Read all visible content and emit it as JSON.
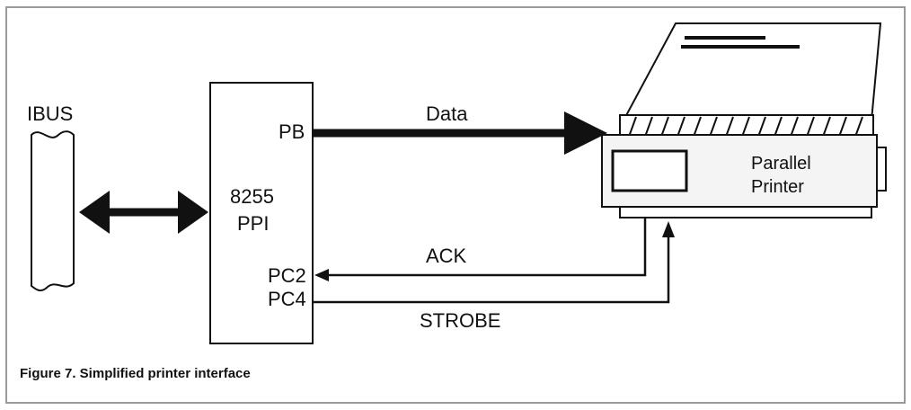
{
  "diagram": {
    "bus_label": "IBUS",
    "chip": {
      "name_line1": "8255",
      "name_line2": "PPI",
      "port_pb": "PB",
      "port_pc2": "PC2",
      "port_pc4": "PC4"
    },
    "signals": {
      "data": "Data",
      "ack": "ACK",
      "strobe": "STROBE"
    },
    "printer": {
      "name_line1": "Parallel",
      "name_line2": "Printer"
    },
    "caption": "Figure 7. Simplified printer interface"
  },
  "colors": {
    "ink": "#111111",
    "paper": "#ffffff",
    "frame": "#9a9a9a",
    "printer_fill": "#f4f4f4"
  }
}
